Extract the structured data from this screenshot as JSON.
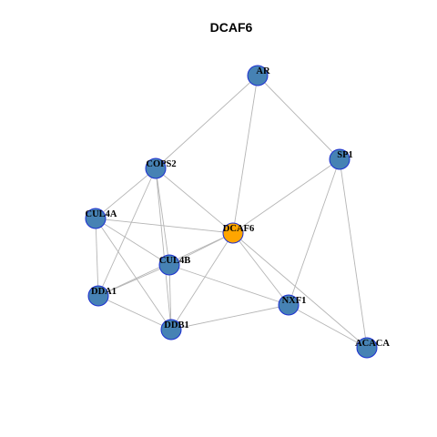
{
  "title": "DCAF6",
  "colors": {
    "center_node": "#FFA500",
    "center_stroke": "#8B1A1A",
    "node": "#4682B4",
    "node_stroke": "#1c2fd1",
    "edge": "#b5b5b5"
  },
  "nodes": [
    {
      "id": "AR",
      "label": "AR",
      "center": false
    },
    {
      "id": "SP1",
      "label": "SP1",
      "center": false
    },
    {
      "id": "COPS2",
      "label": "COPS2",
      "center": false
    },
    {
      "id": "CUL4A",
      "label": "CUL4A",
      "center": false
    },
    {
      "id": "DCAF6",
      "label": "DCAF6",
      "center": true
    },
    {
      "id": "CUL4B",
      "label": "CUL4B",
      "center": false
    },
    {
      "id": "DDA1",
      "label": "DDA1",
      "center": false
    },
    {
      "id": "NXF1",
      "label": "NXF1",
      "center": false
    },
    {
      "id": "DDB1",
      "label": "DDB1",
      "center": false
    },
    {
      "id": "ACACA",
      "label": "ACACA",
      "center": false
    }
  ],
  "edges": [
    [
      "AR",
      "COPS2"
    ],
    [
      "AR",
      "DCAF6"
    ],
    [
      "AR",
      "SP1"
    ],
    [
      "SP1",
      "DCAF6"
    ],
    [
      "SP1",
      "NXF1"
    ],
    [
      "SP1",
      "ACACA"
    ],
    [
      "COPS2",
      "CUL4A"
    ],
    [
      "COPS2",
      "DCAF6"
    ],
    [
      "COPS2",
      "CUL4B"
    ],
    [
      "COPS2",
      "DDA1"
    ],
    [
      "COPS2",
      "DDB1"
    ],
    [
      "CUL4A",
      "DCAF6"
    ],
    [
      "CUL4A",
      "CUL4B"
    ],
    [
      "CUL4A",
      "DDA1"
    ],
    [
      "CUL4A",
      "DDB1"
    ],
    [
      "DCAF6",
      "CUL4B"
    ],
    [
      "DCAF6",
      "DDA1"
    ],
    [
      "DCAF6",
      "DDB1"
    ],
    [
      "DCAF6",
      "NXF1"
    ],
    [
      "DCAF6",
      "ACACA"
    ],
    [
      "CUL4B",
      "DDA1"
    ],
    [
      "CUL4B",
      "DDB1"
    ],
    [
      "CUL4B",
      "NXF1"
    ],
    [
      "DDA1",
      "DDB1"
    ],
    [
      "DDB1",
      "NXF1"
    ],
    [
      "NXF1",
      "ACACA"
    ]
  ]
}
